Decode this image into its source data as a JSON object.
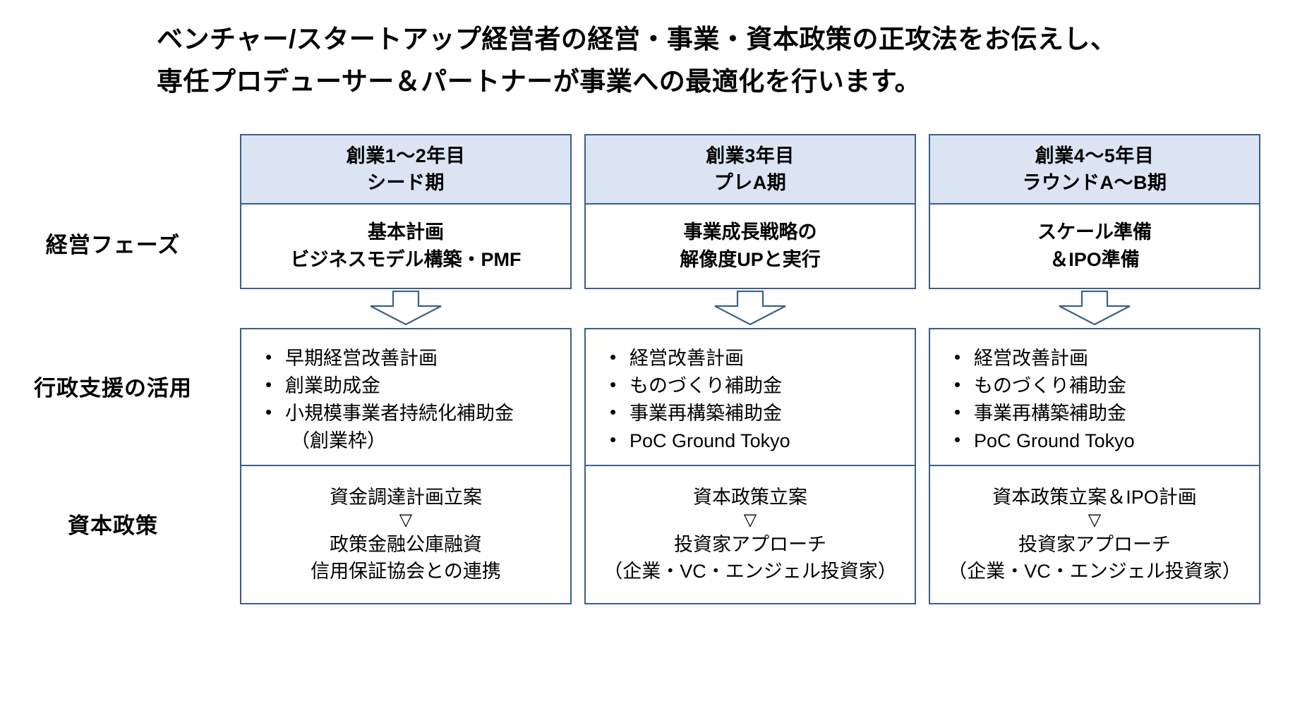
{
  "title": {
    "line1": "ベンチャー/スタートアップ経営者の経営・事業・資本政策の正攻法をお伝えし、",
    "line2": "専任プロデューサー＆パートナーが事業への最適化を行います。"
  },
  "colors": {
    "header_fill": "#dbe4f2",
    "border": "#3a5f8f",
    "text": "#000000"
  },
  "row_labels": {
    "phase": "経営フェーズ",
    "support": "行政支援の活用",
    "capital": "資本政策"
  },
  "columns": [
    {
      "header_line1": "創業1〜2年目",
      "header_line2": "シード期",
      "phase_line1": "基本計画",
      "phase_line2": "ビジネスモデル構築・PMF",
      "support_items": [
        {
          "text": "早期経営改善計画",
          "cont": ""
        },
        {
          "text": "創業助成金",
          "cont": ""
        },
        {
          "text": "小規模事業者持続化補助金",
          "cont": "（創業枠）"
        }
      ],
      "capital_lines": [
        "資金調達計画立案",
        "▽",
        "政策金融公庫融資",
        "信用保証協会との連携"
      ]
    },
    {
      "header_line1": "創業3年目",
      "header_line2": "プレA期",
      "phase_line1": "事業成長戦略の",
      "phase_line2": "解像度UPと実行",
      "support_items": [
        {
          "text": "経営改善計画",
          "cont": ""
        },
        {
          "text": "ものづくり補助金",
          "cont": ""
        },
        {
          "text": "事業再構築補助金",
          "cont": ""
        },
        {
          "text": "PoC Ground Tokyo",
          "cont": ""
        }
      ],
      "capital_lines": [
        "資本政策立案",
        "▽",
        "投資家アプローチ",
        "（企業・VC・エンジェル投資家）"
      ]
    },
    {
      "header_line1": "創業4〜5年目",
      "header_line2": "ラウンドA〜B期",
      "phase_line1": "スケール準備",
      "phase_line2": "＆IPO準備",
      "support_items": [
        {
          "text": "経営改善計画",
          "cont": ""
        },
        {
          "text": "ものづくり補助金",
          "cont": ""
        },
        {
          "text": "事業再構築補助金",
          "cont": ""
        },
        {
          "text": "PoC Ground Tokyo",
          "cont": ""
        }
      ],
      "capital_lines": [
        "資本政策立案＆IPO計画",
        "▽",
        "投資家アプローチ",
        "（企業・VC・エンジェル投資家）"
      ]
    }
  ],
  "icons": {
    "down_arrow": "down-arrow-icon",
    "triangle": "down-triangle-icon"
  }
}
